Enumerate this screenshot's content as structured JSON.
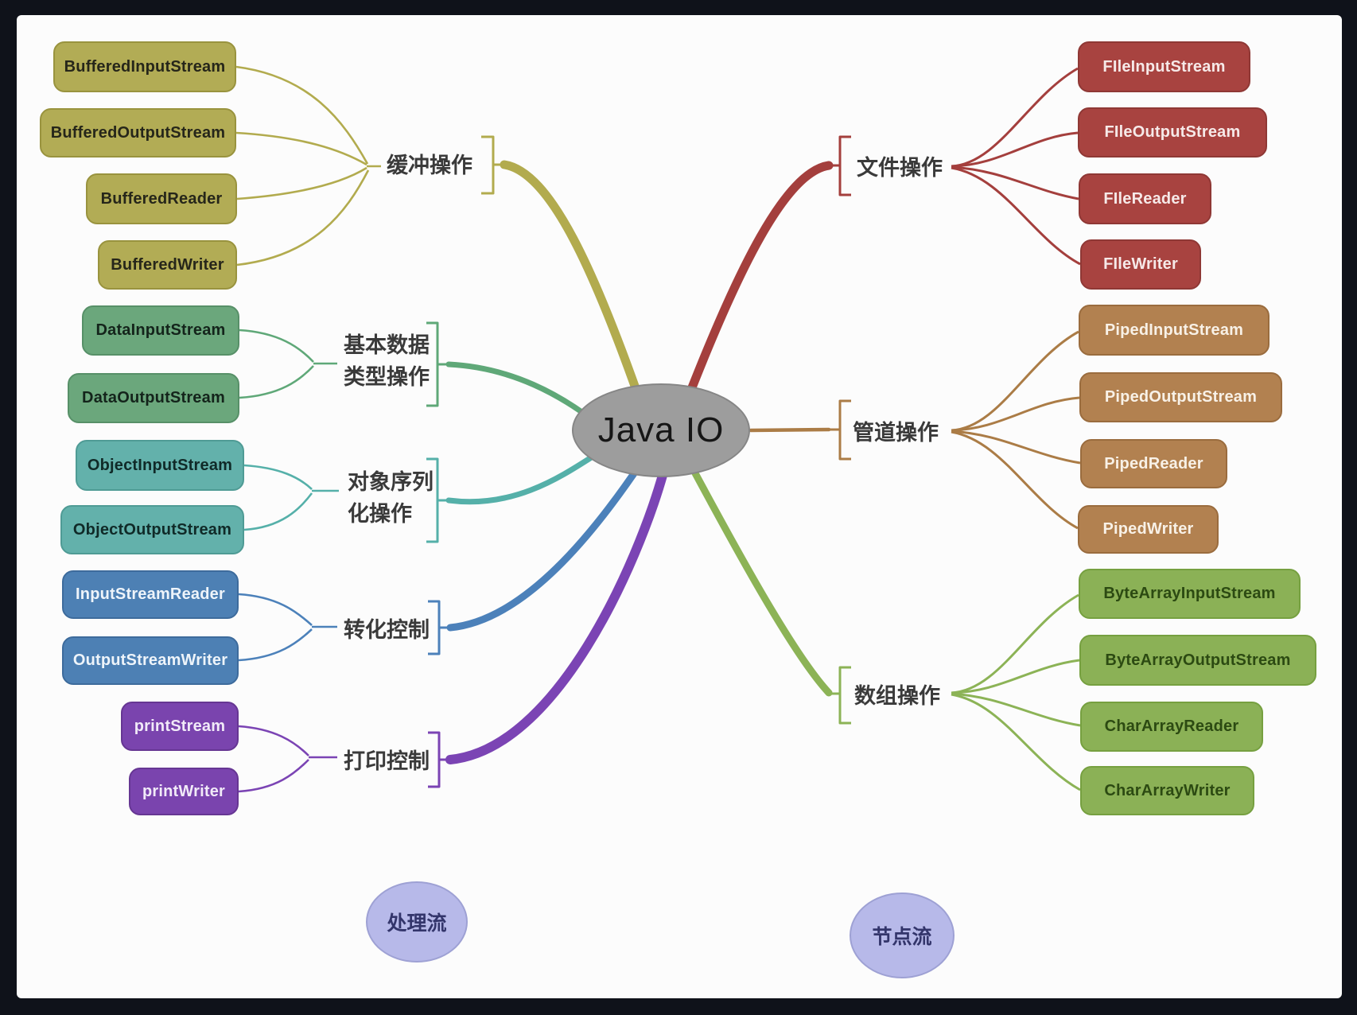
{
  "title": "Java IO",
  "center": {
    "label": "Java IO"
  },
  "legend": {
    "left": {
      "label": "处理流"
    },
    "right": {
      "label": "节点流"
    }
  },
  "groups": [
    {
      "id": "buffer",
      "side": "left",
      "label": "缓冲操作",
      "lines": [
        "缓冲操作"
      ],
      "color": "#b2ab4e",
      "items": [
        "BufferedInputStream",
        "BufferedOutputStream",
        "BufferedReader",
        "BufferedWriter"
      ]
    },
    {
      "id": "data",
      "side": "left",
      "label": "基本数据类型操作",
      "lines": [
        "基本数据",
        "类型操作"
      ],
      "color": "#5fa878",
      "items": [
        "DataInputStream",
        "DataOutputStream"
      ]
    },
    {
      "id": "object",
      "side": "left",
      "label": "对象序列化操作",
      "lines": [
        "对象序列",
        "化操作"
      ],
      "color": "#55b0a9",
      "items": [
        "ObjectInputStream",
        "ObjectOutputStream"
      ]
    },
    {
      "id": "convert",
      "side": "left",
      "label": "转化控制",
      "lines": [
        "转化控制"
      ],
      "color": "#4c81ba",
      "items": [
        "InputStreamReader",
        "OutputStreamWriter"
      ]
    },
    {
      "id": "print",
      "side": "left",
      "label": "打印控制",
      "lines": [
        "打印控制"
      ],
      "color": "#7b44b4",
      "items": [
        "printStream",
        "printWriter"
      ]
    },
    {
      "id": "file",
      "side": "right",
      "label": "文件操作",
      "lines": [
        "文件操作"
      ],
      "color": "#a43f3d",
      "items": [
        "FIleInputStream",
        "FIleOutputStream",
        "FIleReader",
        "FIleWriter"
      ]
    },
    {
      "id": "pipe",
      "side": "right",
      "label": "管道操作",
      "lines": [
        "管道操作"
      ],
      "color": "#ab7c46",
      "items": [
        "PipedInputStream",
        "PipedOutputStream",
        "PipedReader",
        "PipedWriter"
      ]
    },
    {
      "id": "array",
      "side": "right",
      "label": "数组操作",
      "lines": [
        "数组操作"
      ],
      "color": "#8cb356",
      "items": [
        "ByteArrayInputStream",
        "ByteArrayOutputStream",
        "CharArrayReader",
        "CharArrayWriter"
      ]
    }
  ],
  "palette": {
    "background_frame": "#0f121a",
    "canvas": "#fcfcfc",
    "center_fill": "#9d9d9d",
    "center_border": "#868686",
    "legend_fill": "#b7b9e9",
    "legend_border": "#9ea1d4",
    "legend_text": "#33356b",
    "category_text": "#3a3a3a"
  }
}
